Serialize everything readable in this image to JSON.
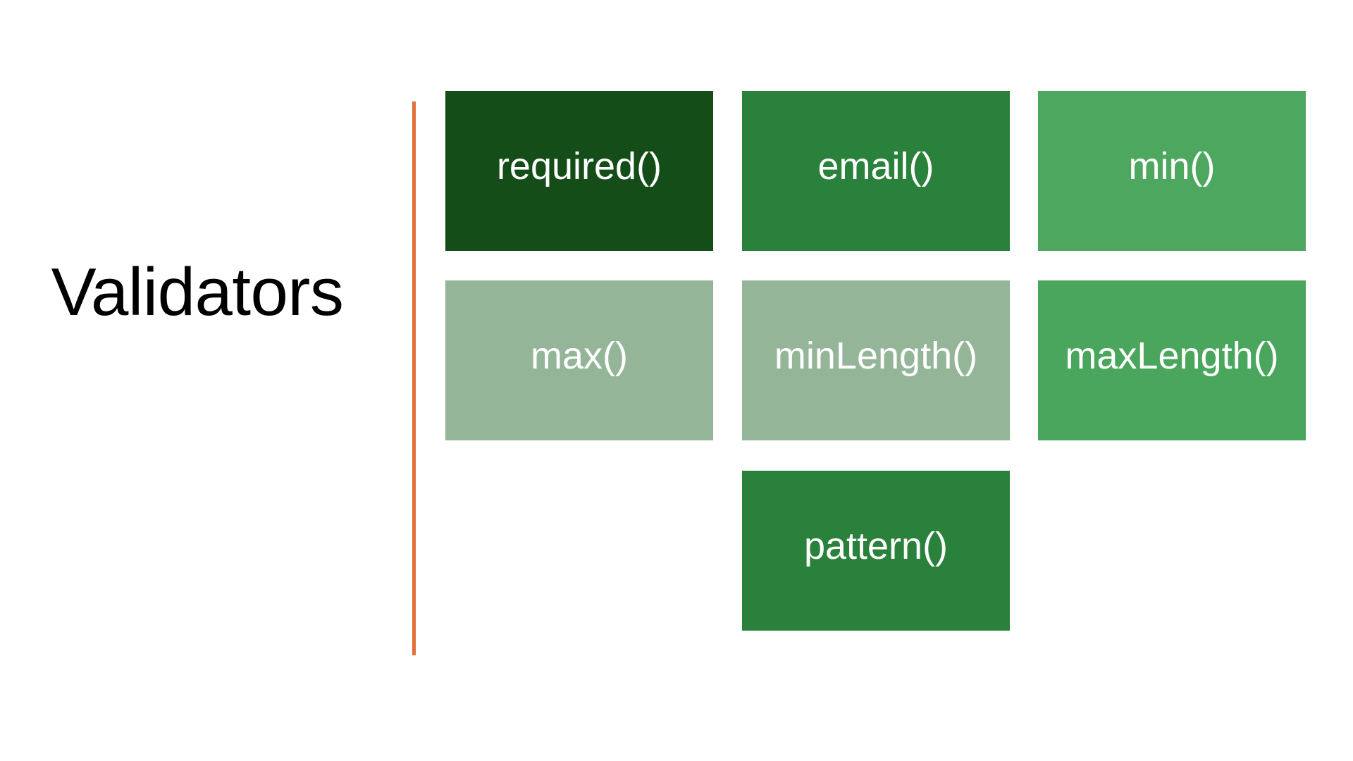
{
  "slide": {
    "title": "Validators",
    "background_color": "#ffffff",
    "title_color": "#000000",
    "divider_color": "#E2703A"
  },
  "diagram": {
    "type": "tile-grid",
    "columns": 3,
    "rows": 3,
    "tiles": [
      {
        "label": "required()",
        "color": "#154D18",
        "text_color": "#FFFFFF",
        "row": 0,
        "col": 0
      },
      {
        "label": "email()",
        "color": "#2A813B",
        "text_color": "#FFFFFF",
        "row": 0,
        "col": 1
      },
      {
        "label": "min()",
        "color": "#4DA75E",
        "text_color": "#FFFFFF",
        "row": 0,
        "col": 2
      },
      {
        "label": "max()",
        "color": "#94B598",
        "text_color": "#FFFFFF",
        "row": 1,
        "col": 0
      },
      {
        "label": "minLength()",
        "color": "#94B598",
        "text_color": "#FFFFFF",
        "row": 1,
        "col": 1
      },
      {
        "label": "maxLength()",
        "color": "#4AA65C",
        "text_color": "#FFFFFF",
        "row": 1,
        "col": 2
      },
      {
        "label": "pattern()",
        "color": "#2A813B",
        "text_color": "#FFFFFF",
        "row": 2,
        "col": 1
      }
    ]
  }
}
